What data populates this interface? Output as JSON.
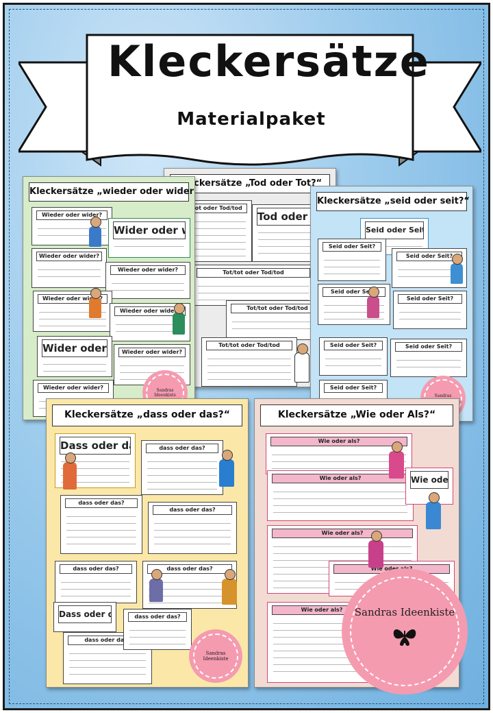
{
  "banner": {
    "title": "Kleckersätze",
    "subtitle": "Materialpaket"
  },
  "sheets": {
    "wieder": {
      "header": "Kleckersätze „wieder oder wider?“",
      "card_title": "Wieder oder wider?",
      "big_title": "Wider oder wieder?",
      "brand": "Sandras Ideenkiste"
    },
    "tod": {
      "header": "Kleckersätze „Tod oder Tot?“",
      "card_title": "Tot/tot oder Tod/tod",
      "big_title": "Tod oder tot?"
    },
    "seid": {
      "header": "Kleckersätze „seid oder seit?“",
      "card_title": "Seid oder Seit?",
      "big_title": "Seid oder Seit?",
      "brand": "Sandras Ideenkiste"
    },
    "dass": {
      "header": "Kleckersätze „dass oder das?“",
      "card_title": "dass oder das?",
      "big_title": "Dass oder das?",
      "brand": "Sandras Ideenkiste"
    },
    "wie": {
      "header": "Kleckersätze „Wie oder Als?“",
      "card_title": "Wie oder als?",
      "big_title": "Wie oder als?"
    }
  },
  "stamp": {
    "brand": "Sandras Ideenkiste"
  },
  "colors": {
    "wieder": "#cfe8c4",
    "tod": "#e4e4e4",
    "seid": "#bfe0f4",
    "dass": "#fbe7a6",
    "wie": "#f1d9cf",
    "stamp": "#f59bb0"
  },
  "icons": {
    "stamp_mark": "butterfly-icon"
  }
}
